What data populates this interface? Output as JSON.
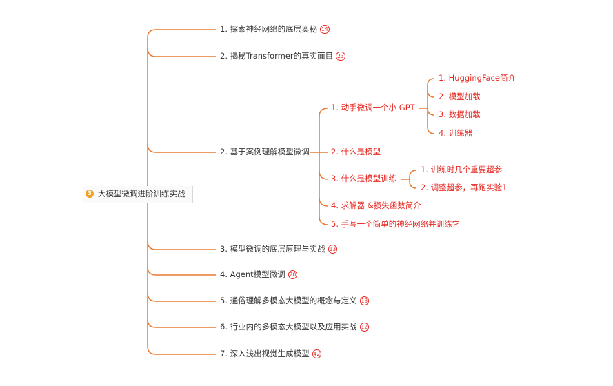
{
  "root": {
    "badge": "3",
    "label": "大模型微调进阶训练实战"
  },
  "branches": [
    {
      "label": "1. 探索神经网络的底层奥秘",
      "count": "14"
    },
    {
      "label": "2. 揭秘Transformer的真实面目",
      "count": "23"
    },
    {
      "label": "2. 基于案例理解模型微调",
      "count": "",
      "children": [
        {
          "label": "1. 动手微调一个小 GPT",
          "children": [
            "1. HuggingFace简介",
            "2. 模型加载",
            "3. 数据加载",
            "4. 训练器"
          ]
        },
        {
          "label": "2. 什么是模型"
        },
        {
          "label": "3. 什么是模型训练",
          "children": [
            "1. 训练时几个重要超参",
            "2. 调整超参，再跑实验1"
          ]
        },
        {
          "label": "4. 求解器 &损失函数简介"
        },
        {
          "label": "5. 手写一个简单的神经网络并训练它"
        }
      ]
    },
    {
      "label": "3. 模型微调的底层原理与实战",
      "count": "13"
    },
    {
      "label": "4. Agent模型微调",
      "count": "20"
    },
    {
      "label": "5. 通俗理解多模态大模型的概念与定义",
      "count": "13"
    },
    {
      "label": "6. 行业内的多模态大模型以及应用实战",
      "count": "12"
    },
    {
      "label": "7. 深入浅出视觉生成模型",
      "count": "42"
    }
  ],
  "colors": {
    "line": "#e8792f",
    "red": "#e8261f",
    "root_badge": "#f0a020"
  }
}
